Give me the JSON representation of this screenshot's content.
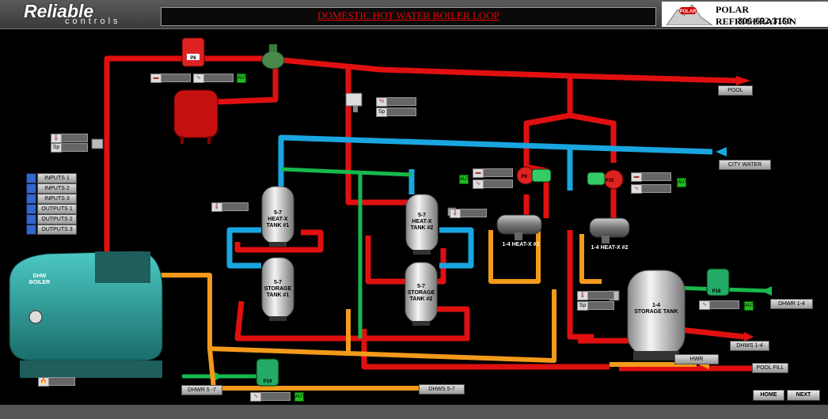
{
  "header": {
    "logo_main": "Reliable",
    "logo_sub": "controls",
    "title": "DOMESTIC HOT WATER BOILER LOOP",
    "brand_name": "POLAR REFRIGERATION",
    "brand_phone": "306-652-3150",
    "brand_logo_text": "POLAR"
  },
  "sidebar": {
    "items": [
      {
        "label": "INPUTS 1"
      },
      {
        "label": "INPUTS 2"
      },
      {
        "label": "INPUTS 3"
      },
      {
        "label": "OUTPUTS 1"
      },
      {
        "label": "OUTPUTS 2"
      },
      {
        "label": "OUTPUTS 3"
      }
    ]
  },
  "equipment": {
    "boiler": "DHW\nBOILER",
    "hx_tank1": "5-7\nHEAT-X\nTANK #1",
    "hx_tank2": "5-7\nHEAT-X\nTANK #2",
    "storage1": "5-7\nSTORAGE\nTANK #1",
    "storage2": "5-7\nSTORAGE\nTANK #2",
    "storage14": "1-4\nSTORAGE TANK",
    "hx14_1": "1-4 HEAT-X #1",
    "hx14_2": "1-4 HEAT-X #2"
  },
  "pumps": {
    "p8": "P8",
    "p9": "P9",
    "p10": "P10",
    "p18": "P18",
    "p19": "P19"
  },
  "tags": {
    "pool": "POOL",
    "city_water": "CITY WATER",
    "dhwr14": "DHWR 1-4",
    "dhws14": "DHWS 1-4",
    "hwr": "HWR",
    "pool_fill": "POOL FILL",
    "dhwr57": "DHWR 5 -7",
    "dhws57": "DHWS 5-7",
    "sp": "Sp"
  },
  "nav": {
    "home": "HOME",
    "next": "NEXT"
  },
  "colors": {
    "hot_supply": "#e01010",
    "cold": "#19a6e0",
    "return": "#f39a1a",
    "green": "#17b84e",
    "equipment_teal": "#2aa7a2",
    "tank_silver": "#d8d8d8"
  }
}
